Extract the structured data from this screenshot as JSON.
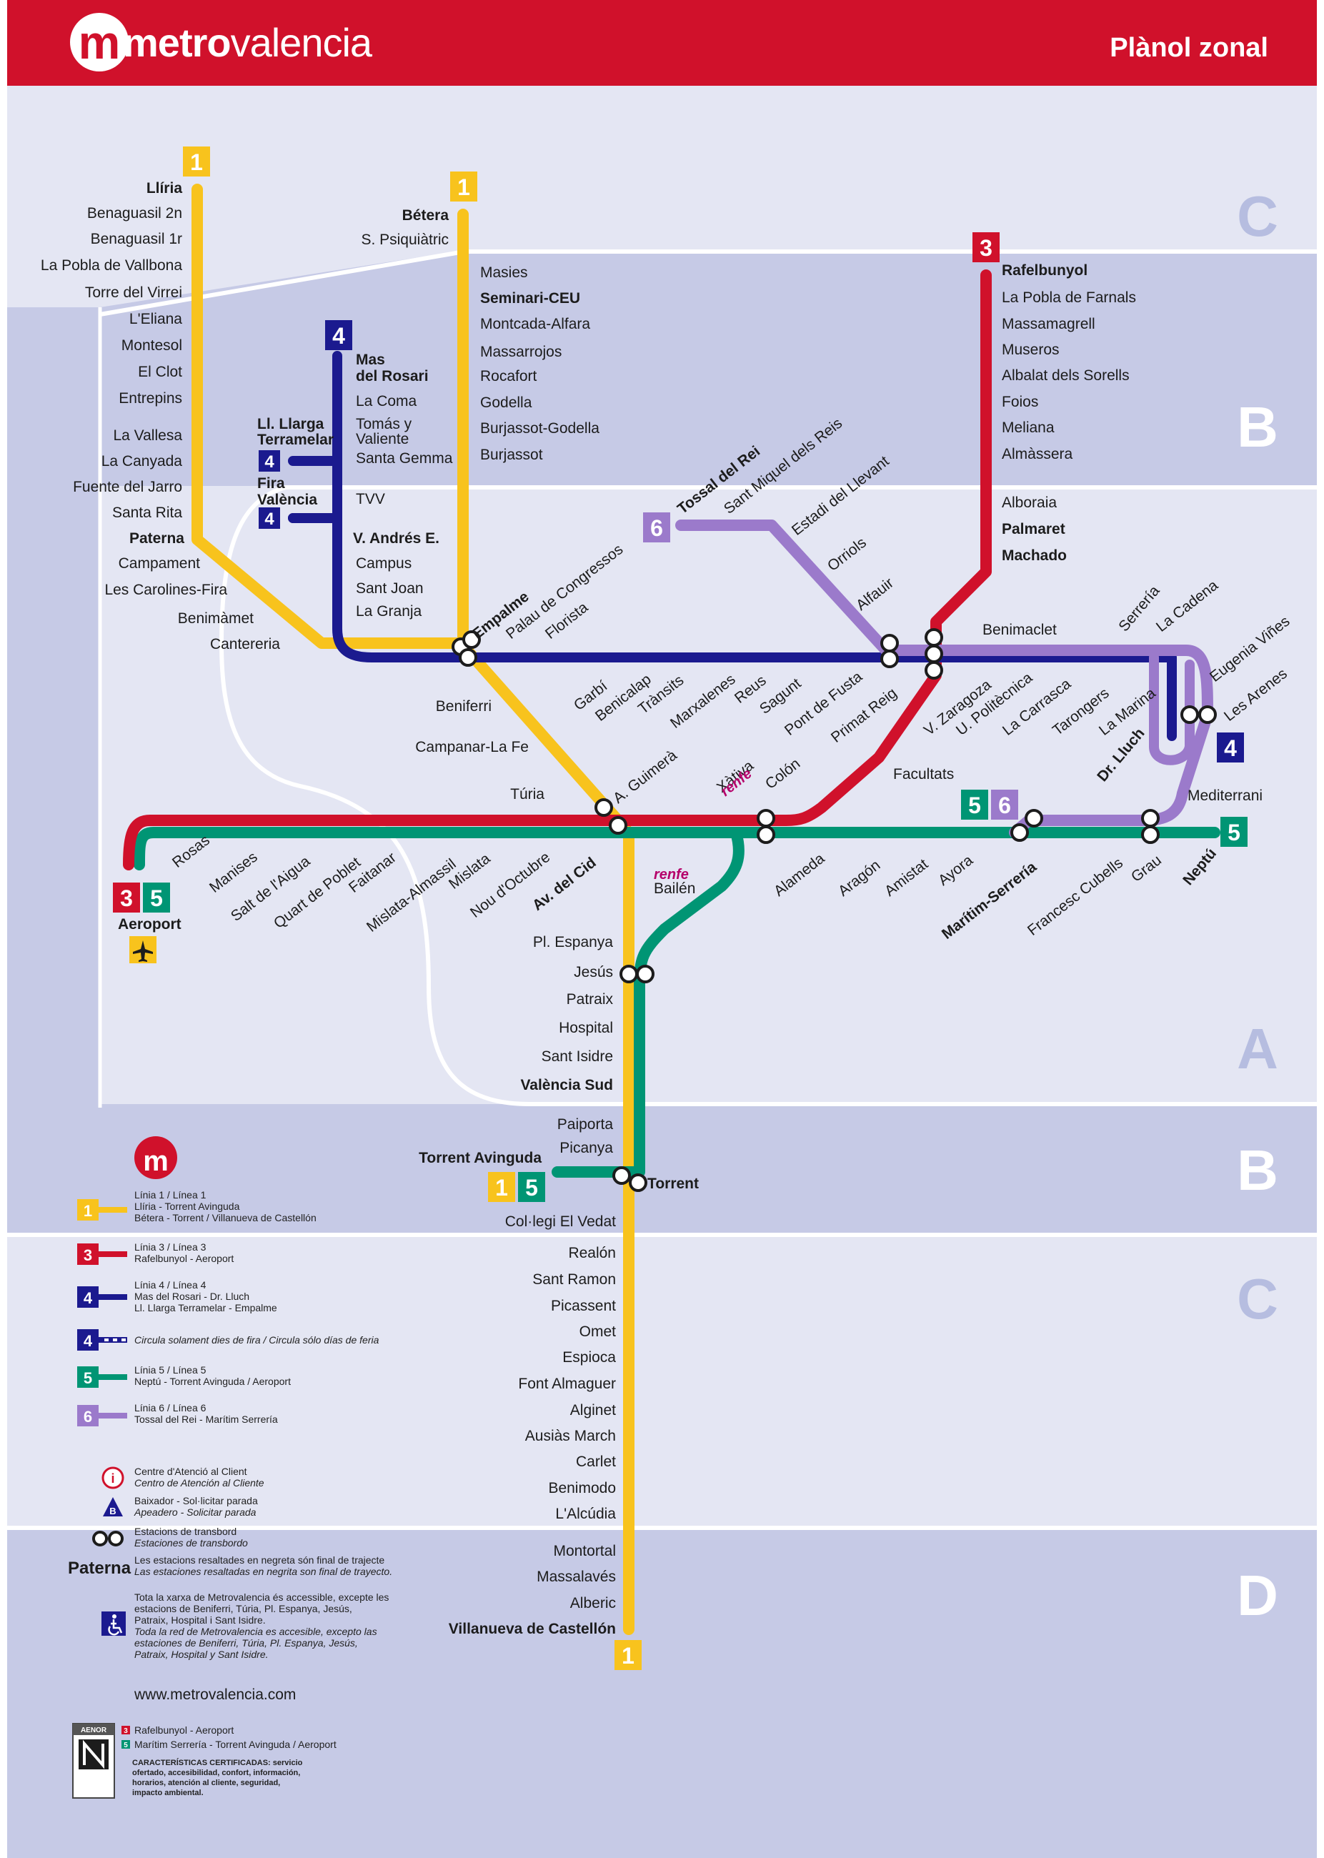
{
  "header": {
    "logo_bold": "metro",
    "logo_rest": "valencia",
    "title": "Plànol zonal"
  },
  "zones": {
    "c_top": "C",
    "b_top": "B",
    "a": "A",
    "b_bottom": "B",
    "c_bottom": "C",
    "d": "D"
  },
  "line_badges": {
    "l1": "1",
    "l3": "3",
    "l4": "4",
    "l5": "5",
    "l6": "6"
  },
  "colors": {
    "l1": "#f8c31d",
    "l3": "#d0112b",
    "l4": "#1b1a8f",
    "l5": "#009574",
    "l6": "#9b7acb",
    "zone_light": "#e4e6f3",
    "zone_dark": "#c6cae6",
    "header": "#d0112b"
  },
  "stations": {
    "l1_north": [
      "Llíria",
      "Benaguasil 2n",
      "Benaguasil 1r",
      "La Pobla de Vallbona",
      "Torre del Virrei",
      "L'Eliana",
      "Montesol",
      "El Clot",
      "Entrepins",
      "La Vallesa",
      "La Canyada",
      "Fuente del Jarro",
      "Santa Rita",
      "Paterna",
      "Campament",
      "Les Carolines-Fira",
      "Benimàmet",
      "Cantereria"
    ],
    "l1_betera": [
      "Bétera",
      "S. Psiquiàtric",
      "Masies",
      "Seminari-CEU",
      "Montcada-Alfara",
      "Massarrojos",
      "Rocafort",
      "Godella",
      "Burjassot-Godella",
      "Burjassot"
    ],
    "l4_north": [
      "Mas",
      "del Rosari",
      "La Coma",
      "Tomás y",
      "Valiente",
      "Santa Gemma",
      "Ll. Llarga",
      "Terramelar",
      "Fira",
      "València",
      "TVV",
      "V. Andrés E.",
      "Campus",
      "Sant Joan",
      "La Granja"
    ],
    "l3_north": [
      "Rafelbunyol",
      "La Pobla de Farnals",
      "Massamagrell",
      "Museros",
      "Albalat dels Sorells",
      "Foios",
      "Meliana",
      "Almàssera",
      "Alboraia",
      "Palmaret",
      "Machado"
    ],
    "l6": [
      "Tossal del Rei",
      "Sant Miquel dels Reis",
      "Estadi del Llevant",
      "Orriols",
      "Alfauir"
    ],
    "l4_east": [
      "Empalme",
      "Palau de Congressos",
      "Florista",
      "Garbí",
      "Benicalap",
      "Trànsits",
      "Marxalenes",
      "Reus",
      "Sagunt",
      "Pont de Fusta",
      "Primat Reig",
      "Benimaclet",
      "V. Zaragoza",
      "U. Politècnica",
      "La Carrasca",
      "Tarongers",
      "La Marina",
      "Serrería",
      "La Cadena",
      "Eugenia Viñes",
      "Les Arenes",
      "Dr. Lluch",
      "Mediterrani"
    ],
    "center": [
      "Beniferri",
      "Campanar-La Fe",
      "Túria",
      "A. Guimerà",
      "Xàtiva",
      "Colón",
      "Facultats",
      "Bailén"
    ],
    "l3_l5_west": [
      "Rosas",
      "Manises",
      "Salt de l'Aigua",
      "Quart de Poblet",
      "Faitanar",
      "Mislata-Almassil",
      "Mislata",
      "Nou d'Octubre",
      "Av. del Cid",
      "Aeroport"
    ],
    "l5_east": [
      "Alameda",
      "Aragón",
      "Amistat",
      "Ayora",
      "Marítim-Serrería",
      "Francesc Cubells",
      "Grau",
      "Neptú"
    ],
    "l1_south": [
      "Pl. Espanya",
      "Jesús",
      "Patraix",
      "Hospital",
      "Sant Isidre",
      "València Sud",
      "Paiporta",
      "Picanya",
      "Torrent Avinguda",
      "Torrent",
      "Col·legi El Vedat",
      "Realón",
      "Sant Ramon",
      "Picassent",
      "Omet",
      "Espioca",
      "Font Almaguer",
      "Alginet",
      "Ausiàs March",
      "Carlet",
      "Benimodo",
      "L'Alcúdia",
      "Montortal",
      "Massalavés",
      "Alberic",
      "Villanueva de Castellón"
    ],
    "renfe": "renfe"
  },
  "legend": {
    "m": "m",
    "l1": [
      "Línia 1 / Línea 1",
      "Llíria - Torrent Avinguda",
      "Bétera - Torrent / Villanueva de Castellón"
    ],
    "l3": [
      "Línia 3 / Línea 3",
      "Rafelbunyol - Aeroport"
    ],
    "l4": [
      "Línia 4 / Línea 4",
      "Mas del Rosari - Dr. Lluch",
      "Ll. Llarga Terramelar - Empalme"
    ],
    "l4fair": "Circula solament dies de fira / Circula sólo días de feria",
    "l5": [
      "Línia 5 / Línea 5",
      "Neptú - Torrent Avinguda / Aeroport"
    ],
    "l6": [
      "Línia 6 / Línea 6",
      "Tossal del Rei - Marítim Serrería"
    ],
    "info": [
      "Centre d'Atenció al Client",
      "Centro de Atención al Cliente"
    ],
    "request": [
      "Baixador - Sol·licitar parada",
      "Apeadero - Solicitar parada"
    ],
    "transfer": [
      "Estacions de transbord",
      "Estaciones de transbordo"
    ],
    "bold_example": "Paterna",
    "bold_text": [
      "Les estacions resaltades en negreta són final de trajecte",
      "Las estaciones resaltadas en negrita son final de trayecto."
    ],
    "access": [
      "Tota la xarxa de Metrovalencia és accessible, excepte les",
      "estacions de Beniferri, Túria, Pl. Espanya, Jesús,",
      "Patraix, Hospital i Sant Isidre.",
      "Toda la red de Metrovalencia es accesible, excepto las",
      "estaciones de Beniferri, Túria, Pl. Espanya, Jesús,",
      "Patraix, Hospital y Sant Isidre."
    ],
    "website": "www.metrovalencia.com",
    "aenor": "AENOR",
    "aenor_lines": [
      "Rafelbunyol - Aeroport",
      "Marítim Serrería - Torrent Avinguda / Aeroport"
    ],
    "aenor_text": [
      "CARACTERÍSTICAS CERTIFICADAS: servicio",
      "ofertado, accesibilidad, confort, información,",
      "horarios, atención al cliente, seguridad,",
      "impacto ambiental."
    ],
    "b_icon": "B"
  }
}
